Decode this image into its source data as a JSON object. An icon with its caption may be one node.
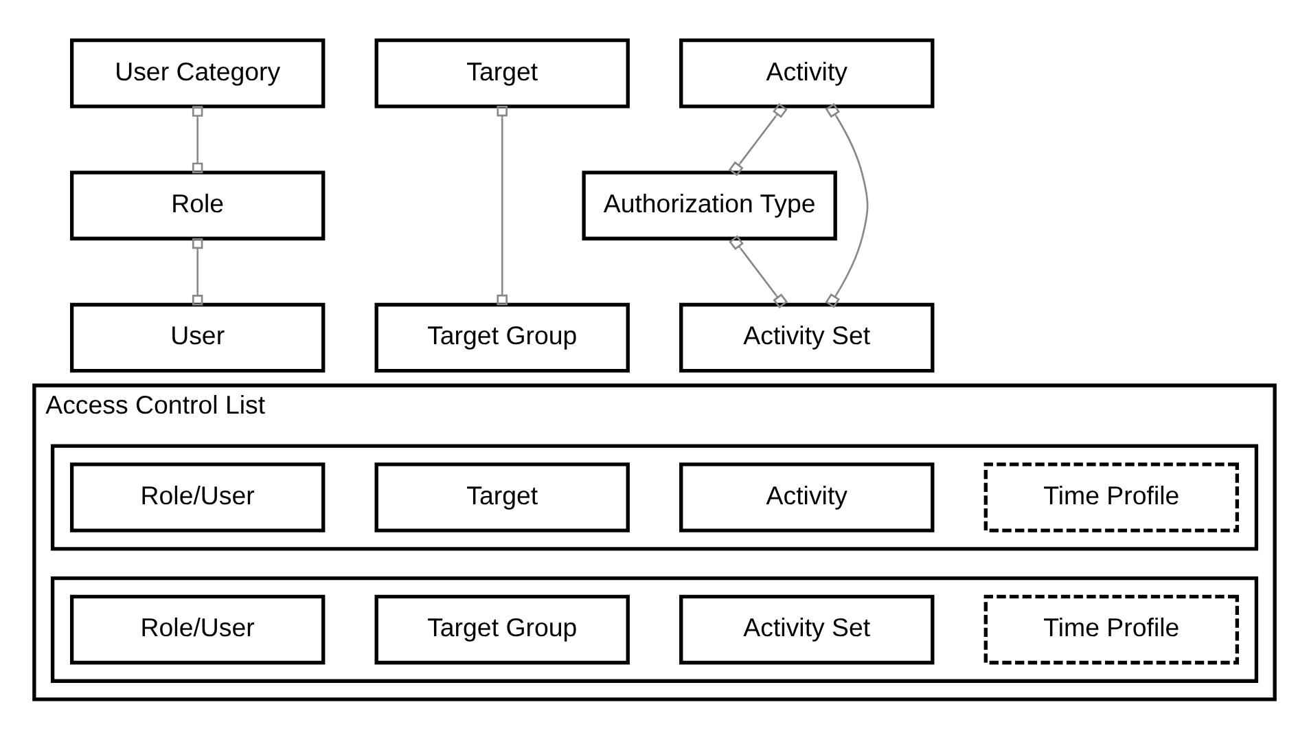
{
  "diagram": {
    "nodes": [
      {
        "text": [
          "User Category"
        ]
      },
      {
        "text": [
          "Target"
        ]
      },
      {
        "text": [
          "Activity"
        ]
      },
      {
        "text": [
          "Role"
        ]
      },
      {
        "text": [
          "Authorization Type"
        ]
      },
      {
        "text": [
          "User"
        ]
      },
      {
        "text": [
          "Target Group"
        ]
      },
      {
        "text": [
          "Activity Set"
        ]
      },
      {
        "text": [
          "Access Control List"
        ]
      },
      {
        "text": [],
        "shape": "box",
        "in": 8
      },
      {
        "text": [
          "Role/User"
        ],
        "in": 9
      },
      {
        "text": [
          "Target"
        ],
        "in": 9
      },
      {
        "text": [
          "Activity"
        ],
        "in": 9
      },
      {
        "text": [
          "Time Profile"
        ],
        "in": 9
      },
      {
        "text": [],
        "shape": "box",
        "in": 8
      },
      {
        "text": [
          "Role/User"
        ],
        "in": 14
      },
      {
        "text": [
          "Target Group"
        ],
        "in": 14
      },
      {
        "text": [
          "Activity Set"
        ],
        "in": 14
      },
      {
        "text": [
          "Time Profile"
        ],
        "in": 14
      }
    ],
    "edges": [
      {
        "from": 0,
        "to": 3,
        "arrow": "other"
      },
      {
        "from": 3,
        "to": 5,
        "arrow": "other"
      },
      {
        "from": 1,
        "to": 6,
        "arrow": "other"
      },
      {
        "from": 2,
        "to": 7,
        "arrow": "other"
      },
      {
        "from": 2,
        "to": 4,
        "arrow": "other"
      },
      {
        "from": 4,
        "to": 7,
        "arrow": "other"
      }
    ]
  }
}
